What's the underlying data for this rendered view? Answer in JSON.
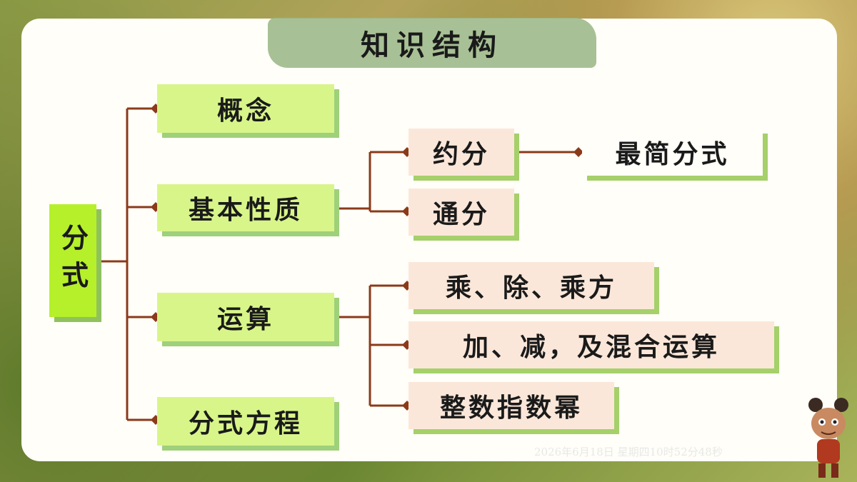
{
  "title": "知识结构",
  "root": "分式",
  "branches": {
    "concept": "概念",
    "property": "基本性质",
    "operation": "运算",
    "equation": "分式方程"
  },
  "property_children": {
    "reduce": "约分",
    "common_denominator": "通分"
  },
  "reduce_child": "最简分式",
  "operation_children": {
    "mul_div": "乘、除、乘方",
    "add_sub": "加、减，及混合运算",
    "int_exp": "整数指数幂"
  },
  "timestamp": "2026年6月18日 星期四10时52分48秒",
  "colors": {
    "connector": "#8b3a1a",
    "green_box": "#d8f58a",
    "peach_box": "#fbe7d9",
    "root_box": "#b6f02a",
    "title_band": "#9fb98a"
  }
}
